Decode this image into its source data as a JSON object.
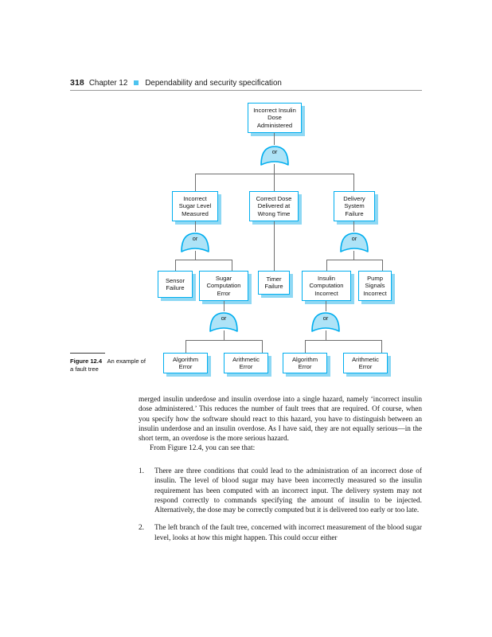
{
  "runninghead": {
    "page_number": "318",
    "chapter": "Chapter 12",
    "bullet": "square-bullet-icon",
    "title": "Dependability and security specification"
  },
  "figure": {
    "caption_label": "Figure 12.4",
    "caption_text": "An example of a fault tree",
    "gate_label": "or",
    "colors": {
      "node_border": "#00aeef",
      "node_shadow": "#8ed8f4",
      "gate_fill": "#aee3f7",
      "gate_border": "#00aeef",
      "connector": "#6e6e6e",
      "bullet": "#4cc3ef"
    },
    "nodes": {
      "root": "Incorrect Insulin Dose Administered",
      "l2_left": "Incorrect Sugar Level Measured",
      "l2_mid": "Correct Dose Delivered at Wrong Time",
      "l2_right": "Delivery System Failure",
      "l3_sensor": "Sensor Failure",
      "l3_sugar": "Sugar Computation Error",
      "l3_timer": "Timer Failure",
      "l3_insulin": "Insulin Computation Incorrect",
      "l3_pump": "Pump Signals Incorrect",
      "l4_alg_left": "Algorithm Error",
      "l4_ari_left": "Arithmetic Error",
      "l4_alg_right": "Algorithm Error",
      "l4_ari_right": "Arithmetic Error"
    }
  },
  "body": {
    "para1": "merged insulin underdose and insulin overdose into a single hazard, namely ‘incorrect insulin dose administered.’ This reduces the number of fault trees that are required. Of course, when you specify how the software should react to this hazard, you have to distinguish between an insulin underdose and an insulin overdose. As I have said, they are not equally serious—in the short term, an overdose is the more serious hazard.",
    "para2": "From Figure 12.4, you can see that:",
    "items": [
      {
        "number": "1.",
        "text": "There are three conditions that could lead to the administration of an incorrect dose of insulin. The level of blood sugar may have been incorrectly measured so the insulin requirement has been computed with an incorrect input. The delivery system may not respond correctly to commands specifying the amount of insulin to be injected. Alternatively, the dose may be correctly computed but it is delivered too early or too late."
      },
      {
        "number": "2.",
        "text": "The left branch of the fault tree, concerned with incorrect measurement of the blood sugar level, looks at how this might happen. This could occur either"
      }
    ]
  }
}
